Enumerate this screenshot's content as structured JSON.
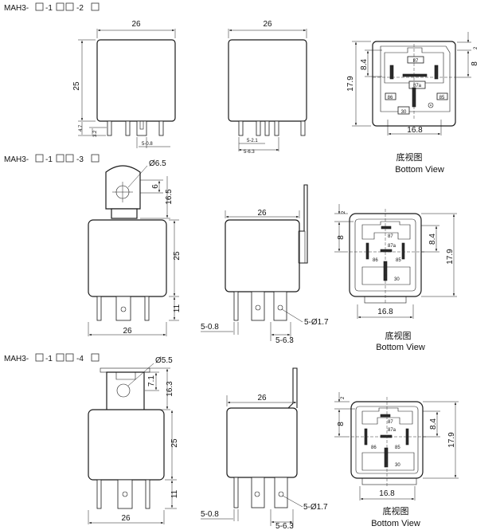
{
  "models": [
    {
      "prefix": "MAH3-",
      "mid": "-1",
      "suffix": "-2"
    },
    {
      "prefix": "MAH3-",
      "mid": "-1",
      "suffix": "-3"
    },
    {
      "prefix": "MAH3-",
      "mid": "-1",
      "suffix": "-4"
    }
  ],
  "dims": {
    "w26": "26",
    "h25": "25",
    "d47": "4.7",
    "d32": "3.2",
    "d508": "5-0.8",
    "d521": "5-2.1",
    "d563": "5-6.3",
    "d179": "17.9",
    "d84": "8.4",
    "d2": "2",
    "d8": "8",
    "d168": "16.8",
    "phi65": "Ø6.5",
    "d6": "6",
    "d165": "16.5",
    "d11": "11",
    "phi17": "5-Ø1.7",
    "phi55": "Ø5.5",
    "d71": "7.1",
    "d163": "16.3"
  },
  "pins": {
    "p87": "87",
    "p87a": "87a",
    "p86": "86",
    "p85": "85",
    "p30": "30"
  },
  "caption": {
    "cn": "底视图",
    "en": "Bottom View"
  }
}
